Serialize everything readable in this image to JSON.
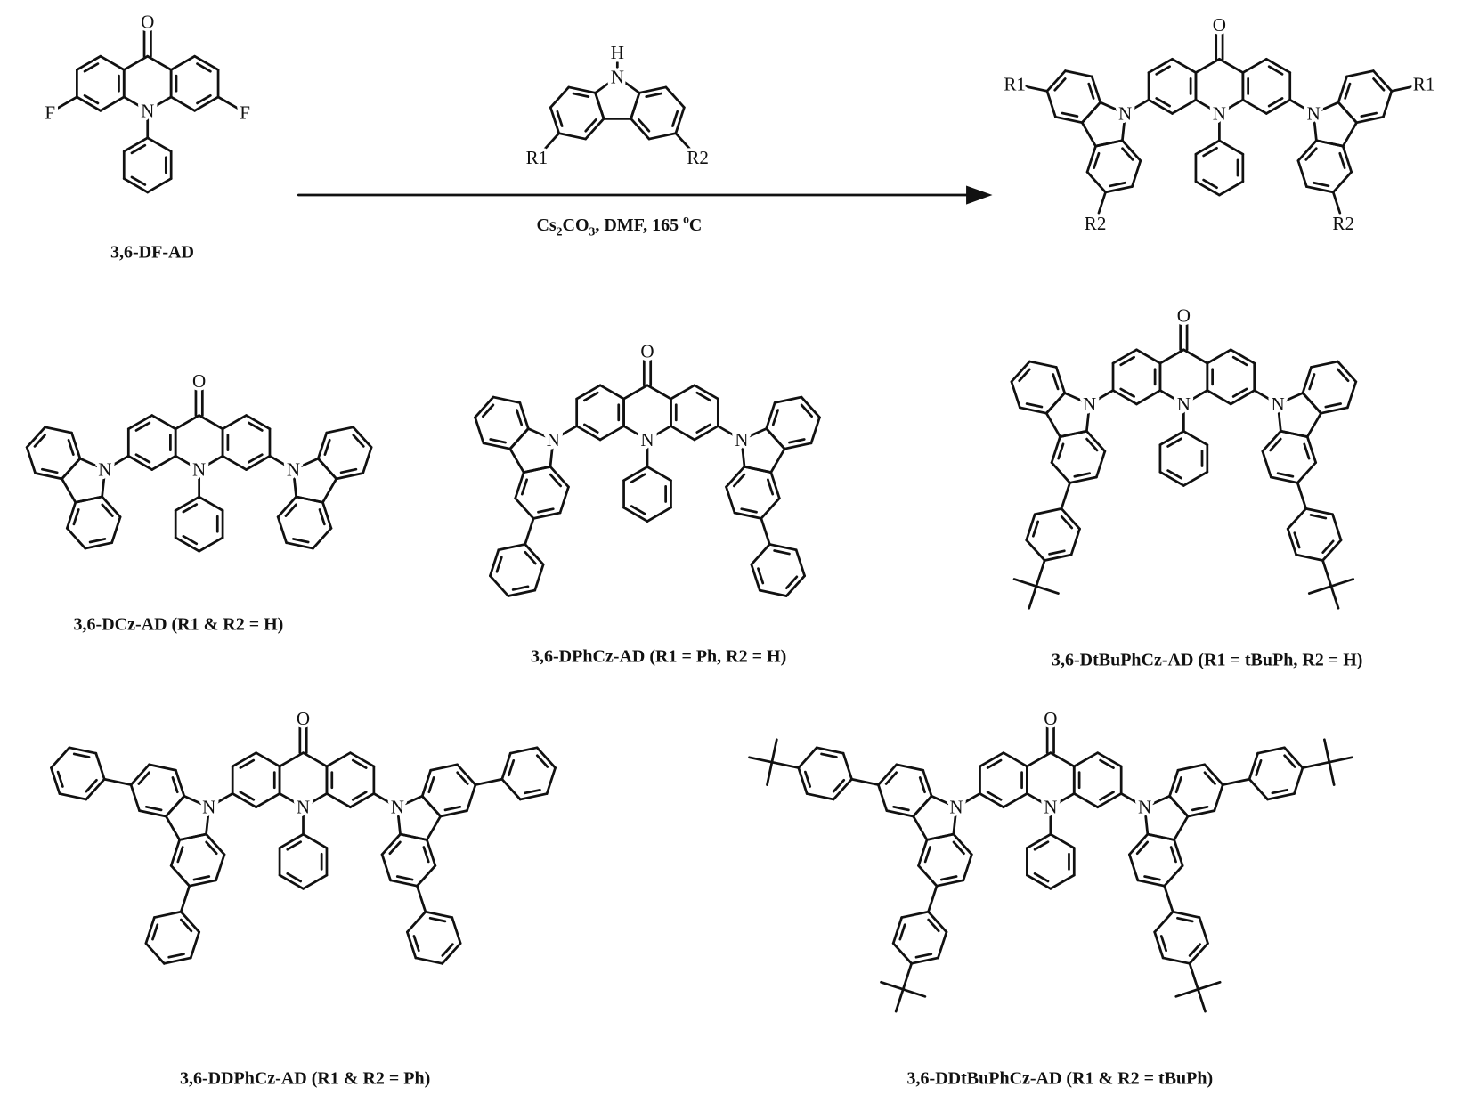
{
  "atoms": {
    "oxygen": "O",
    "nitrogen": "N",
    "fluorine": "F",
    "hydrogen": "H",
    "r1": "R1",
    "r2": "R2"
  },
  "reactant": {
    "name": "3,6-DF-AD"
  },
  "conditions": {
    "cs": "Cs",
    "sub2": "2",
    "co": "CO",
    "sub3": "3",
    "rest": ", DMF, 165 ",
    "sup": "o",
    "unit": "C"
  },
  "products": [
    {
      "caption": "3,6-DCz-AD (R1 & R2 = H)"
    },
    {
      "caption": "3,6-DPhCz-AD (R1 = Ph, R2 = H)"
    },
    {
      "caption": "3,6-DtBuPhCz-AD (R1 = tBuPh, R2 = H)"
    },
    {
      "caption": "3,6-DDPhCz-AD (R1 & R2 = Ph)"
    },
    {
      "caption": "3,6-DDtBuPhCz-AD (R1 & R2 = tBuPh)"
    }
  ]
}
